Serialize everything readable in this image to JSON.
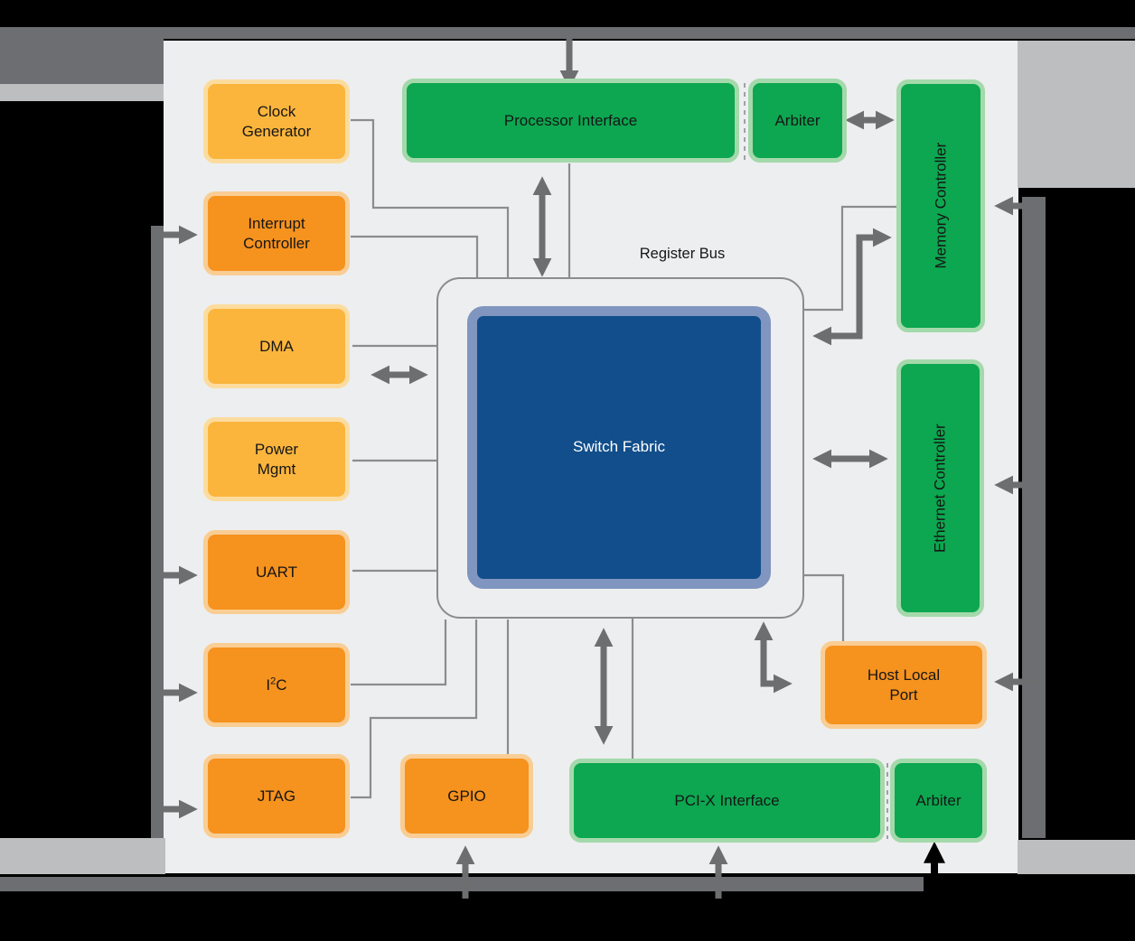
{
  "diagram": {
    "register_bus_label": "Register Bus",
    "blocks": {
      "clock_generator": {
        "label": "Clock\nGenerator"
      },
      "interrupt_controller": {
        "label": "Interrupt\nController"
      },
      "dma": {
        "label": "DMA"
      },
      "power_mgmt": {
        "label": "Power\nMgmt"
      },
      "uart": {
        "label": "UART"
      },
      "i2c": {
        "base": "I",
        "sup": "2",
        "rest": "C"
      },
      "jtag": {
        "label": "JTAG"
      },
      "gpio": {
        "label": "GPIO"
      },
      "processor_interface": {
        "label": "Processor Interface"
      },
      "arbiter_top": {
        "label": "Arbiter"
      },
      "memory_controller": {
        "label": "Memory Controller"
      },
      "ethernet_controller": {
        "label": "Ethernet Controller"
      },
      "switch_fabric": {
        "label": "Switch\nFabric"
      },
      "host_local_port": {
        "label": "Host Local\nPort"
      },
      "pcix_interface": {
        "label": "PCI-X Interface"
      },
      "arbiter_bottom": {
        "label": "Arbiter"
      }
    },
    "colors": {
      "yellow_fill": "#FBB53C",
      "yellow_border": "#FCDC9E",
      "orange_fill": "#F6921E",
      "orange_border": "#F9CD93",
      "green_fill": "#0CA750",
      "green_border": "#A4D9AB",
      "blue_fill": "#114E8B",
      "blue_border": "#8095BF",
      "line_gray": "#8A8C8E",
      "arrow_gray": "#6D6E70",
      "arrow_black": "#000000",
      "panel_bg": "#EDEEEF",
      "bar_dark": "#6D6E71",
      "bar_light": "#BCBEC0",
      "background": "#000000"
    }
  }
}
